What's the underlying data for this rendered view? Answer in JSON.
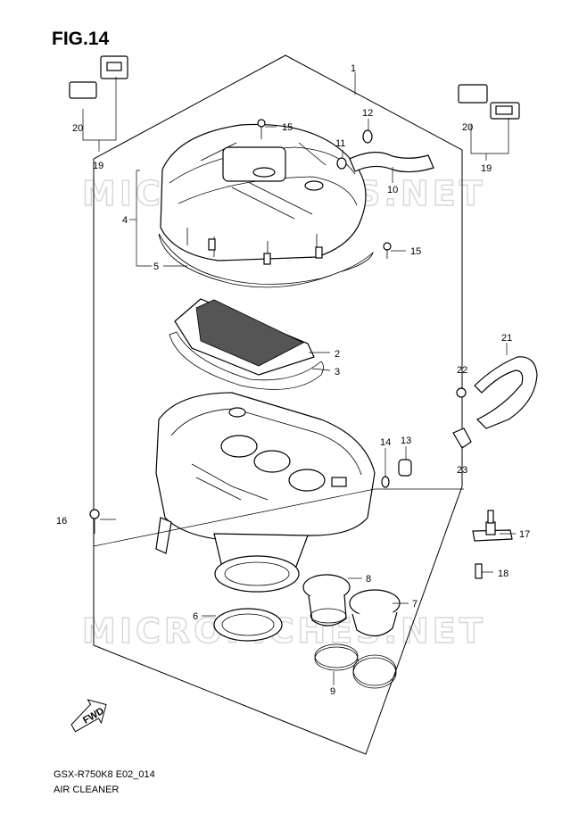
{
  "figure": {
    "title": "FIG.14"
  },
  "footer": {
    "model_code": "GSX-R750K8 E02_014",
    "section": "AIR CLEANER"
  },
  "watermark": {
    "text": "MICROFICHES.NET",
    "color": "#d6d6d6"
  },
  "direction_mark": {
    "text": "FWD"
  },
  "callouts": {
    "c1": "1",
    "c2": "2",
    "c3": "3",
    "c4": "4",
    "c5": "5",
    "c6": "6",
    "c7": "7",
    "c8": "8",
    "c9": "9",
    "c10": "10",
    "c11": "11",
    "c12": "12",
    "c13": "13",
    "c14": "14",
    "c15a": "15",
    "c15b": "15",
    "c16": "16",
    "c17": "17",
    "c18": "18",
    "c19a": "19",
    "c19b": "19",
    "c20a": "20",
    "c20b": "20",
    "c21": "21",
    "c22": "22",
    "c23": "23"
  }
}
